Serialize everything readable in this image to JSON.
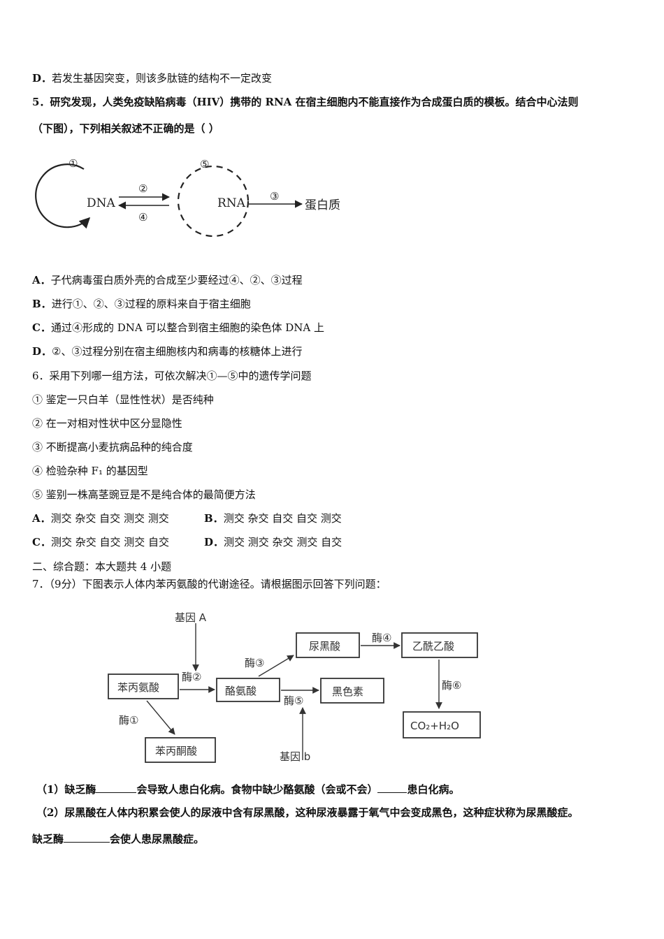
{
  "q4_option_d": {
    "letter": "D．",
    "text": "若发生基因突变，则该多肽链的结构不一定改变"
  },
  "q5": {
    "stem_line1": "5．研究发现，人类免疫缺陷病毒（HIV）携带的 RNA 在宿主细胞内不能直接作为合成蛋白质的模板。结合中心法则",
    "stem_line2": "（下图），下列相关叙述不正确的是（ ）",
    "diagram": {
      "dna": "DNA",
      "rna": "RNA",
      "protein": "蛋白质",
      "c1": "①",
      "c2": "②",
      "c3": "③",
      "c4": "④",
      "c5": "⑤"
    },
    "options": [
      {
        "letter": "A．",
        "text": "子代病毒蛋白质外壳的合成至少要经过④、②、③过程"
      },
      {
        "letter": "B．",
        "text": "进行①、②、③过程的原料来自于宿主细胞"
      },
      {
        "letter": "C．",
        "text": "通过④形成的 DNA 可以整合到宿主细胞的染色体 DNA 上"
      },
      {
        "letter": "D．",
        "text": "②、③过程分别在宿主细胞核内和病毒的核糖体上进行"
      }
    ]
  },
  "q6": {
    "stem": "6．采用下列哪一组方法，可依次解决①—⑤中的遗传学问题",
    "items": [
      "① 鉴定一只白羊（显性性状）是否纯种",
      "② 在一对相对性状中区分显隐性",
      "③ 不断提高小麦抗病品种的纯合度",
      "④ 检验杂种 F₁ 的基因型",
      "⑤ 鉴别一株高茎豌豆是不是纯合体的最简便方法"
    ],
    "options": [
      {
        "letter": "A．",
        "text": "测交 杂交 自交 测交 测交"
      },
      {
        "letter": "B．",
        "text": "测交 杂交 自交 自交 测交"
      },
      {
        "letter": "C．",
        "text": "测交 杂交 自交 测交 自交"
      },
      {
        "letter": "D．",
        "text": "测交 测交 杂交 测交 自交"
      }
    ]
  },
  "section2": {
    "heading": "二、综合题：本大题共 4 小题"
  },
  "q7": {
    "stem": "7．（9分）下图表示人体内苯丙氨酸的代谢途径。请根据图示回答下列问题：",
    "diagram": {
      "gene_a": "基因 A",
      "gene_b": "基因 b",
      "phe": "苯丙氨酸",
      "tyr": "酪氨酸",
      "ppa": "苯丙酮酸",
      "hga": "尿黑酸",
      "mel": "黑色素",
      "maa": "乙酰乙酸",
      "co2": "CO₂+H₂O",
      "e1": "酶①",
      "e2": "酶②",
      "e3": "酶③",
      "e4": "酶④",
      "e5": "酶⑤",
      "e6": "酶⑥"
    },
    "sub1": {
      "part_a": "（1）缺乏酶",
      "part_b": "会导致人患白化病。食物中缺少酪氨酸（会或不会）",
      "part_c": "患白化病。"
    },
    "sub2": {
      "line1": "（2）尿黑酸在人体内积累会使人的尿液中含有尿黑酸，这种尿液暴露于氧气中会变成黑色，这种症状称为尿黑酸症。",
      "part_a": "缺乏酶",
      "part_b": "会使人患尿黑酸症。"
    }
  }
}
